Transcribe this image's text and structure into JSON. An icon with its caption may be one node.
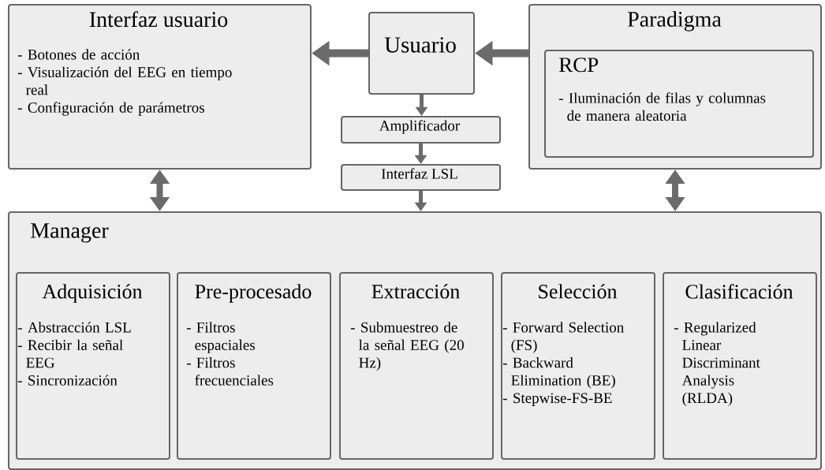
{
  "diagram": {
    "nodes": [
      {
        "text": [
          "Interfaz usuario",
          "- Botones de acción",
          "- Visualización del EEG en tiempo real",
          "- Configuración de parámetros"
        ]
      },
      {
        "text": [
          "Usuario"
        ]
      },
      {
        "text": [
          "Paradigma"
        ]
      },
      {
        "text": [
          "RCP",
          "- Iluminación de filas y columnas de manera aleatoria"
        ],
        "in": 2
      },
      {
        "text": [
          "Amplificador"
        ]
      },
      {
        "text": [
          "Interfaz LSL"
        ]
      },
      {
        "text": [
          "Manager"
        ]
      },
      {
        "text": [
          "Adquisición",
          "- Abstracción LSL",
          "- Recibir la señal EEG",
          "- Sincronización"
        ],
        "in": 6
      },
      {
        "text": [
          "Pre-procesado",
          "- Filtros espaciales",
          "- Filtros frecuenciales"
        ],
        "in": 6
      },
      {
        "text": [
          "Extracción",
          "- Submuestreo de la señal EEG (20 Hz)"
        ],
        "in": 6
      },
      {
        "text": [
          "Selección",
          "- Forward Selection (FS)",
          "- Backward Elimination (BE)",
          "- Stepwise-FS-BE"
        ],
        "in": 6
      },
      {
        "text": [
          "Clasificación",
          "- Regularized Linear Discriminant Analysis (RLDA)"
        ],
        "in": 6
      }
    ],
    "edges": [
      {
        "from": 1,
        "to": 0,
        "arrow": "to"
      },
      {
        "from": 2,
        "to": 1,
        "arrow": "to"
      },
      {
        "from": 1,
        "to": 4,
        "arrow": "to"
      },
      {
        "from": 4,
        "to": 5,
        "arrow": "to"
      },
      {
        "from": 5,
        "to": 6,
        "arrow": "to"
      },
      {
        "from": 0,
        "to": 6,
        "arrow": "both"
      },
      {
        "from": 2,
        "to": 6,
        "arrow": "both"
      }
    ]
  }
}
